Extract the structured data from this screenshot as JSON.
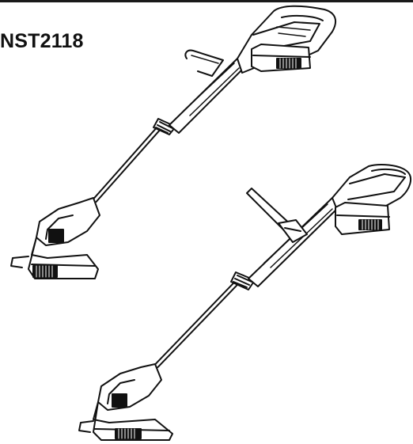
{
  "document": {
    "model_number": "NST2118"
  },
  "illustrations": [
    {
      "subject": "string-trimmer-icon",
      "variant": "without auxiliary handle"
    },
    {
      "subject": "string-trimmer-icon",
      "variant": "with auxiliary handle"
    }
  ],
  "colors": {
    "line": "#111111",
    "rule": "#1a1a1a",
    "background": "#ffffff"
  }
}
